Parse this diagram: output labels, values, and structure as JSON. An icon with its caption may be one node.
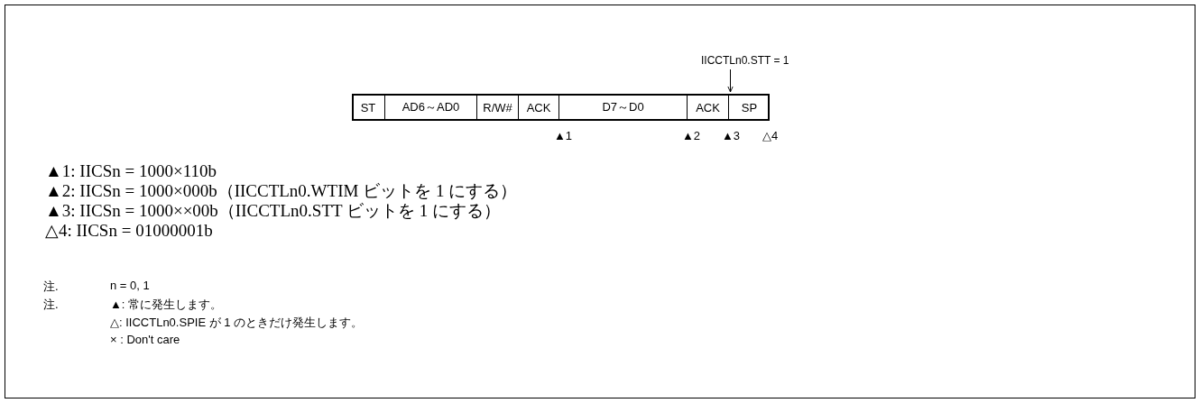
{
  "diagram": {
    "nodes": [
      {
        "text": [
          "ST"
        ]
      },
      {
        "text": [
          "AD6～AD0"
        ]
      },
      {
        "text": [
          "R/W#"
        ]
      },
      {
        "text": [
          "ACK"
        ]
      },
      {
        "text": [
          "D7～D0"
        ]
      },
      {
        "text": [
          "ACK"
        ]
      },
      {
        "text": [
          "SP"
        ]
      },
      {
        "text": [
          "IICCTLn0.STT = 1"
        ]
      }
    ],
    "edges": [
      {
        "from": 7,
        "to": 6,
        "arrow": "to"
      }
    ],
    "labels": [
      "▲1",
      "▲2",
      "▲3",
      "△4",
      "▲1: IICSn = 1000×110b",
      "▲2: IICSn = 1000×000b（IICCTLn0.WTIM ビットを 1 にする）",
      "▲3: IICSn = 1000××00b（IICCTLn0.STT ビットを 1 にする）",
      "△4: IICSn = 01000001b",
      "注.",
      "n = 0, 1",
      "注.",
      "▲: 常に発生します。",
      "△: IICCTLn0.SPIE が 1 のときだけ発生します。",
      "× : Don't care"
    ]
  }
}
